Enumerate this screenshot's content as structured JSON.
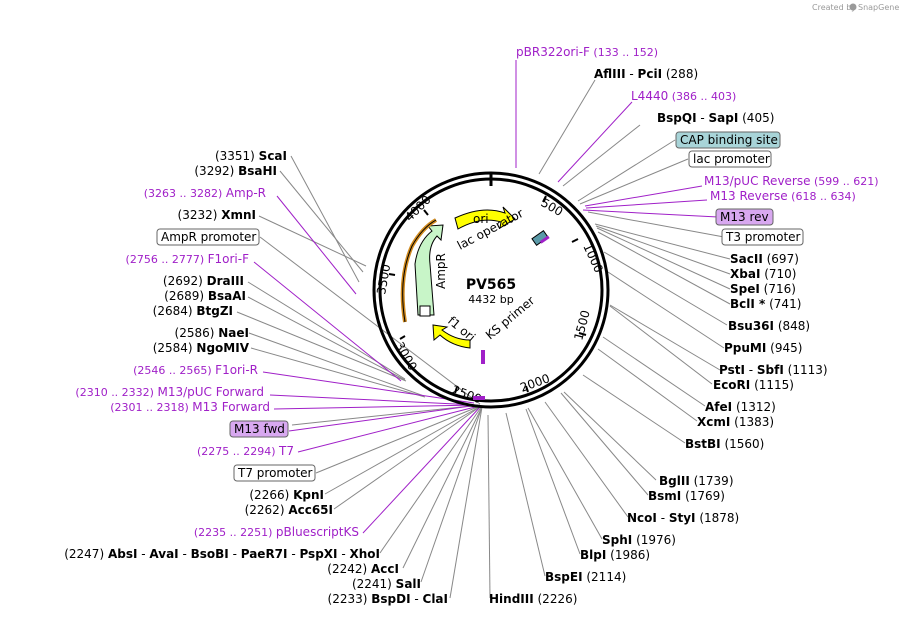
{
  "watermark": "Created by",
  "brand": "SnapGene",
  "plasmid": {
    "name": "PV565",
    "size": "4432 bp"
  },
  "ticks": [
    "500",
    "1000",
    "1500",
    "2000",
    "2500",
    "3000",
    "3500",
    "4000"
  ],
  "inner_features": {
    "ori": "ori",
    "lac_operator": "lac operator",
    "ampr": "AmpR",
    "f1_ori": "f1 ori",
    "ks_primer": "KS primer"
  },
  "right_labels": {
    "pbr322": {
      "name": "pBR322ori-F",
      "range": "(133 .. 152)"
    },
    "afliii": {
      "pre": "",
      "names": [
        "AflIII",
        "PciI"
      ],
      "pos": "(288)"
    },
    "l4440": {
      "name": "L4440",
      "range": "(386 .. 403)"
    },
    "bspqi": {
      "names": [
        "BspQI",
        "SapI"
      ],
      "pos": "(405)"
    },
    "cap": "CAP binding site",
    "lacprom": "lac promoter",
    "m13puc_rev": {
      "name": "M13/pUC Reverse",
      "range": "(599 .. 621)"
    },
    "m13_reverse": {
      "name": "M13 Reverse",
      "range": "(618 .. 634)"
    },
    "m13rev": "M13 rev",
    "t3prom": "T3 promoter",
    "sacii": {
      "names": [
        "SacII"
      ],
      "pos": "(697)"
    },
    "xbai": {
      "names": [
        "XbaI"
      ],
      "pos": "(710)"
    },
    "spei": {
      "names": [
        "SpeI"
      ],
      "pos": "(716)"
    },
    "bcli": {
      "names": [
        "BclI *"
      ],
      "pos": "(741)"
    },
    "bsu36i": {
      "names": [
        "Bsu36I"
      ],
      "pos": "(848)"
    },
    "ppumi": {
      "names": [
        "PpuMI"
      ],
      "pos": "(945)"
    },
    "psti": {
      "names": [
        "PstI",
        "SbfI"
      ],
      "pos": "(1113)"
    },
    "ecori": {
      "names": [
        "EcoRI"
      ],
      "pos": "(1115)"
    },
    "afei": {
      "names": [
        "AfeI"
      ],
      "pos": "(1312)"
    },
    "xcmi": {
      "names": [
        "XcmI"
      ],
      "pos": "(1383)"
    },
    "bstbi": {
      "names": [
        "BstBI"
      ],
      "pos": "(1560)"
    },
    "bglii": {
      "names": [
        "BglII"
      ],
      "pos": "(1739)"
    },
    "bsmi": {
      "names": [
        "BsmI"
      ],
      "pos": "(1769)"
    },
    "ncoi": {
      "names": [
        "NcoI",
        "StyI"
      ],
      "pos": "(1878)"
    },
    "sphi": {
      "names": [
        "SphI"
      ],
      "pos": "(1976)"
    },
    "blpi": {
      "names": [
        "BlpI"
      ],
      "pos": "(1986)"
    },
    "bspei": {
      "names": [
        "BspEI"
      ],
      "pos": "(2114)"
    },
    "hindiii": {
      "names": [
        "HindIII"
      ],
      "pos": "(2226)"
    }
  },
  "left_labels": {
    "scai": {
      "pos": "(3351)",
      "names": [
        "ScaI"
      ]
    },
    "bsahi": {
      "pos": "(3292)",
      "names": [
        "BsaHI"
      ]
    },
    "ampr_primer": {
      "range": "(3263 .. 3282)",
      "name": "Amp-R"
    },
    "xmni": {
      "pos": "(3232)",
      "names": [
        "XmnI"
      ]
    },
    "ampr_prom": "AmpR promoter",
    "f1ori_f": {
      "range": "(2756 .. 2777)",
      "name": "F1ori-F"
    },
    "draiii": {
      "pos": "(2692)",
      "names": [
        "DraIII"
      ]
    },
    "bsaai": {
      "pos": "(2689)",
      "names": [
        "BsaAI"
      ]
    },
    "btgzi": {
      "pos": "(2684)",
      "names": [
        "BtgZI"
      ]
    },
    "naei": {
      "pos": "(2586)",
      "names": [
        "NaeI"
      ]
    },
    "ngomiv": {
      "pos": "(2584)",
      "names": [
        "NgoMIV"
      ]
    },
    "f1ori_r": {
      "range": "(2546 .. 2565)",
      "name": "F1ori-R"
    },
    "m13puc_fwd": {
      "range": "(2310 .. 2332)",
      "name": "M13/pUC Forward"
    },
    "m13_forward": {
      "range": "(2301 .. 2318)",
      "name": "M13 Forward"
    },
    "m13fwd": "M13 fwd",
    "t7": {
      "range": "(2275 .. 2294)",
      "name": "T7"
    },
    "t7prom": "T7 promoter",
    "kpni": {
      "pos": "(2266)",
      "names": [
        "KpnI"
      ]
    },
    "acc65i": {
      "pos": "(2262)",
      "names": [
        "Acc65I"
      ]
    },
    "pbluescript": {
      "range": "(2235 .. 2251)",
      "name": "pBluescriptKS"
    },
    "absi": {
      "pos": "(2247)",
      "names": [
        "AbsI",
        "AvaI",
        "BsoBI",
        "PaeR7I",
        "PspXI",
        "XhoI"
      ]
    },
    "acci": {
      "pos": "(2242)",
      "names": [
        "AccI"
      ]
    },
    "sali": {
      "pos": "(2241)",
      "names": [
        "SalI"
      ]
    },
    "bspdi": {
      "pos": "(2233)",
      "names": [
        "BspDI",
        "ClaI"
      ]
    }
  },
  "colors": {
    "primer": "#a020c8",
    "ori": "#ffff00",
    "ampr": "#c8f5c8",
    "cap": "#a8d4d8",
    "m13box": "#d8a8f0",
    "promoter_arrow": "#d08a1e"
  }
}
